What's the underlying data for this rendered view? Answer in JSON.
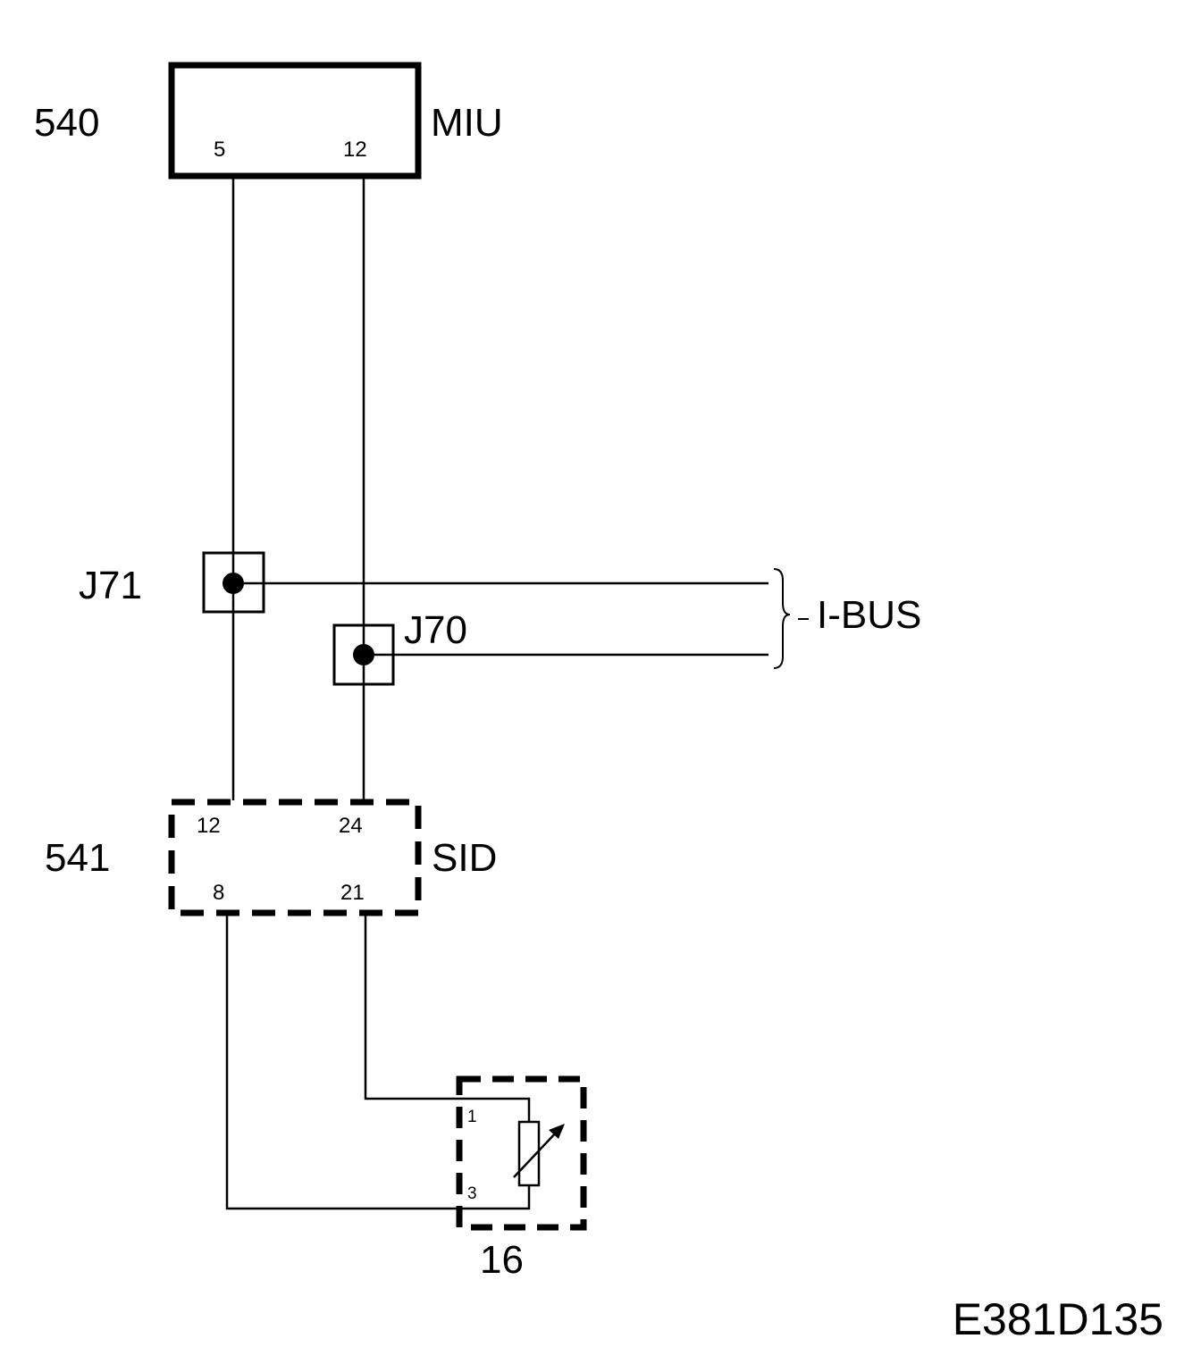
{
  "components": {
    "miu": {
      "number": "540",
      "name": "MIU",
      "pin_left": "5",
      "pin_right": "12"
    },
    "sid": {
      "number": "541",
      "name": "SID",
      "pin_top_left": "12",
      "pin_top_right": "24",
      "pin_bottom_left": "8",
      "pin_bottom_right": "21"
    },
    "sensor": {
      "number": "16",
      "pin_top": "1",
      "pin_bottom": "3"
    }
  },
  "junctions": {
    "j71": "J71",
    "j70": "J70"
  },
  "bus_label": "I-BUS",
  "drawing_code": "E381D135"
}
